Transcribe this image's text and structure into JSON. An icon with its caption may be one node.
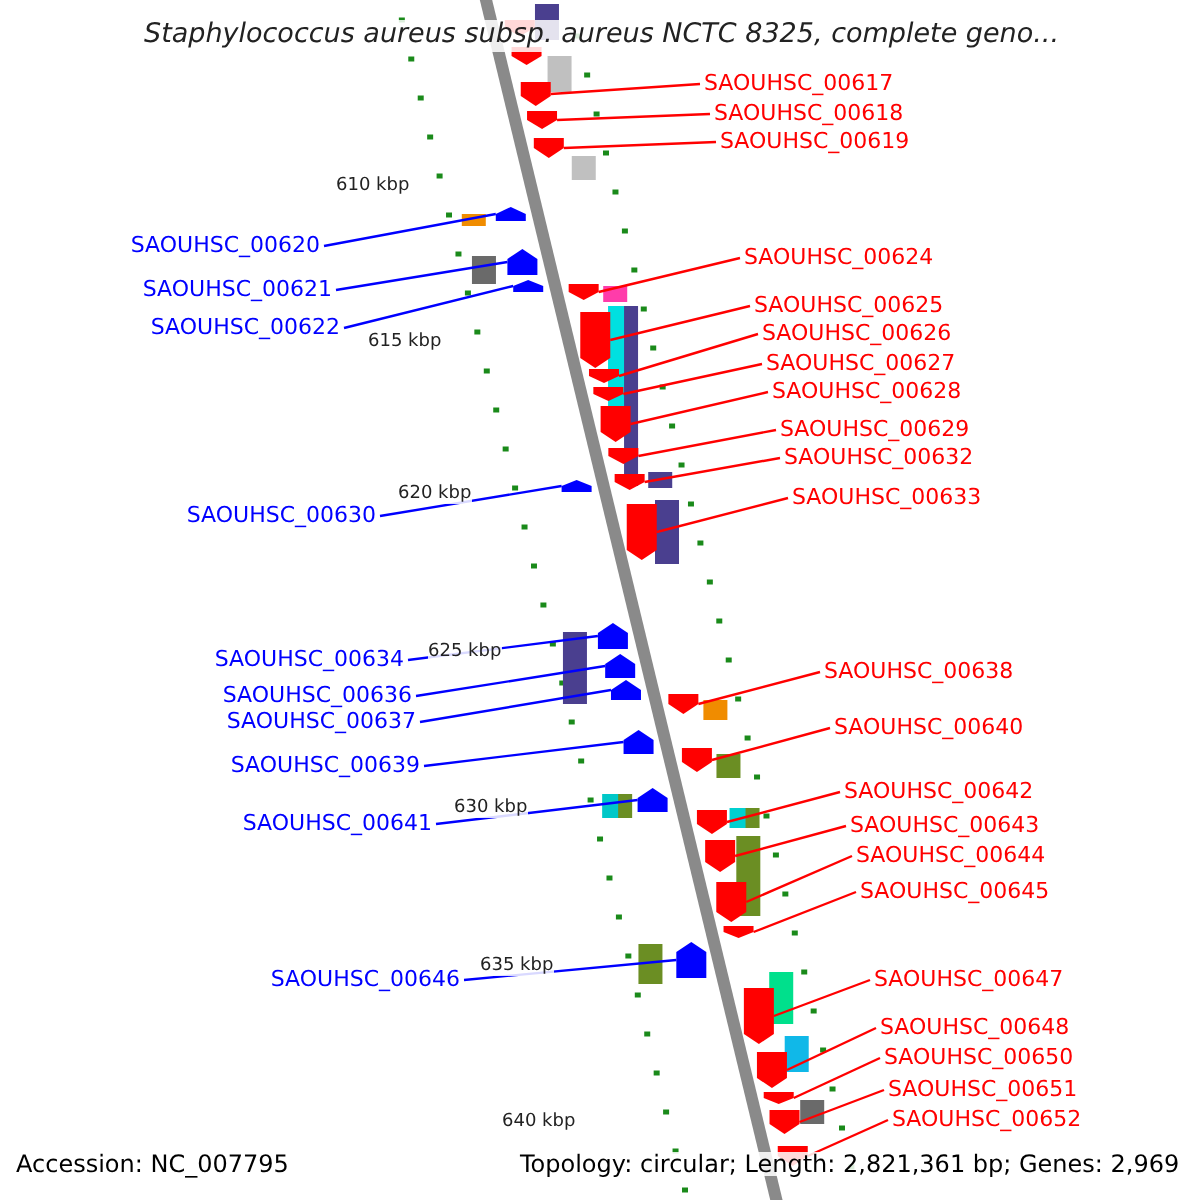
{
  "diagram": {
    "title": "Staphylococcus aureus subsp. aureus NCTC 8325, complete geno...",
    "nodes": [
      {
        "text": [
          "SAOUHSC_00617"
        ]
      },
      {
        "text": [],
        "shape": "arrow"
      },
      {
        "text": [
          "SAOUHSC_00618"
        ]
      },
      {
        "text": [],
        "shape": "arrow"
      },
      {
        "text": [
          "SAOUHSC_00619"
        ]
      },
      {
        "text": [],
        "shape": "arrow"
      },
      {
        "text": [
          "SAOUHSC_00620"
        ]
      },
      {
        "text": [],
        "shape": "arrow"
      },
      {
        "text": [
          "SAOUHSC_00624"
        ]
      },
      {
        "text": [],
        "shape": "arrow"
      },
      {
        "text": [
          "SAOUHSC_00621"
        ]
      },
      {
        "text": [],
        "shape": "arrow"
      },
      {
        "text": [
          "SAOUHSC_00625"
        ]
      },
      {
        "text": [],
        "shape": "arrow"
      },
      {
        "text": [
          "SAOUHSC_00622"
        ]
      },
      {
        "text": [],
        "shape": "arrow"
      },
      {
        "text": [
          "SAOUHSC_00626"
        ]
      },
      {
        "text": [],
        "shape": "arrow"
      },
      {
        "text": [
          "SAOUHSC_00627"
        ]
      },
      {
        "text": [],
        "shape": "arrow"
      },
      {
        "text": [
          "SAOUHSC_00628"
        ]
      },
      {
        "text": [],
        "shape": "arrow"
      },
      {
        "text": [
          "SAOUHSC_00629"
        ]
      },
      {
        "text": [],
        "shape": "arrow"
      },
      {
        "text": [
          "SAOUHSC_00632"
        ]
      },
      {
        "text": [],
        "shape": "arrow"
      },
      {
        "text": [
          "SAOUHSC_00633"
        ]
      },
      {
        "text": [],
        "shape": "arrow"
      },
      {
        "text": [
          "SAOUHSC_00630"
        ]
      },
      {
        "text": [],
        "shape": "arrow"
      },
      {
        "text": [
          "SAOUHSC_00634"
        ]
      },
      {
        "text": [],
        "shape": "arrow"
      },
      {
        "text": [
          "SAOUHSC_00638"
        ]
      },
      {
        "text": [],
        "shape": "arrow"
      },
      {
        "text": [
          "SAOUHSC_00636"
        ]
      },
      {
        "text": [],
        "shape": "arrow"
      },
      {
        "text": [
          "SAOUHSC_00637"
        ]
      },
      {
        "text": [],
        "shape": "arrow"
      },
      {
        "text": [
          "SAOUHSC_00640"
        ]
      },
      {
        "text": [],
        "shape": "arrow"
      },
      {
        "text": [
          "SAOUHSC_00639"
        ]
      },
      {
        "text": [],
        "shape": "arrow"
      },
      {
        "text": [
          "SAOUHSC_00642"
        ]
      },
      {
        "text": [],
        "shape": "arrow"
      },
      {
        "text": [
          "SAOUHSC_00641"
        ]
      },
      {
        "text": [],
        "shape": "arrow"
      },
      {
        "text": [
          "SAOUHSC_00643"
        ]
      },
      {
        "text": [],
        "shape": "arrow"
      },
      {
        "text": [
          "SAOUHSC_00644"
        ]
      },
      {
        "text": [],
        "shape": "arrow"
      },
      {
        "text": [
          "SAOUHSC_00645"
        ]
      },
      {
        "text": [],
        "shape": "arrow"
      },
      {
        "text": [
          "SAOUHSC_00646"
        ]
      },
      {
        "text": [],
        "shape": "arrow"
      },
      {
        "text": [
          "SAOUHSC_00647"
        ]
      },
      {
        "text": [],
        "shape": "arrow"
      },
      {
        "text": [
          "SAOUHSC_00648"
        ]
      },
      {
        "text": [],
        "shape": "arrow"
      },
      {
        "text": [
          "SAOUHSC_00650"
        ]
      },
      {
        "text": [],
        "shape": "arrow"
      },
      {
        "text": [
          "SAOUHSC_00651"
        ]
      },
      {
        "text": [],
        "shape": "arrow"
      },
      {
        "text": [
          "SAOUHSC_00652"
        ]
      },
      {
        "text": [],
        "shape": "arrow"
      },
      {
        "text": [],
        "shape": "arrow"
      },
      {
        "text": [],
        "shape": "arrow"
      }
    ],
    "edges": [
      {
        "from": 0,
        "to": 1,
        "arrow": "none"
      },
      {
        "from": 2,
        "to": 3,
        "arrow": "none"
      },
      {
        "from": 4,
        "to": 5,
        "arrow": "none"
      },
      {
        "from": 6,
        "to": 7,
        "arrow": "none",
        "color": "#0000ff"
      },
      {
        "from": 8,
        "to": 9,
        "arrow": "none"
      },
      {
        "from": 10,
        "to": 11,
        "arrow": "none",
        "color": "#0000ff"
      },
      {
        "from": 12,
        "to": 13,
        "arrow": "none"
      },
      {
        "from": 14,
        "to": 15,
        "arrow": "none",
        "color": "#0000ff"
      },
      {
        "from": 16,
        "to": 17,
        "arrow": "none"
      },
      {
        "from": 18,
        "to": 19,
        "arrow": "none"
      },
      {
        "from": 20,
        "to": 21,
        "arrow": "none"
      },
      {
        "from": 22,
        "to": 23,
        "arrow": "none"
      },
      {
        "from": 24,
        "to": 25,
        "arrow": "none"
      },
      {
        "from": 26,
        "to": 27,
        "arrow": "none"
      },
      {
        "from": 28,
        "to": 29,
        "arrow": "none",
        "color": "#0000ff"
      },
      {
        "from": 30,
        "to": 31,
        "arrow": "none",
        "color": "#0000ff"
      },
      {
        "from": 32,
        "to": 33,
        "arrow": "none"
      },
      {
        "from": 34,
        "to": 35,
        "arrow": "none",
        "color": "#0000ff"
      },
      {
        "from": 36,
        "to": 37,
        "arrow": "none",
        "color": "#0000ff"
      },
      {
        "from": 38,
        "to": 39,
        "arrow": "none"
      },
      {
        "from": 40,
        "to": 41,
        "arrow": "none",
        "color": "#0000ff"
      },
      {
        "from": 42,
        "to": 43,
        "arrow": "none"
      },
      {
        "from": 44,
        "to": 45,
        "arrow": "none",
        "color": "#0000ff"
      },
      {
        "from": 46,
        "to": 47,
        "arrow": "none"
      },
      {
        "from": 48,
        "to": 49,
        "arrow": "none"
      },
      {
        "from": 50,
        "to": 51,
        "arrow": "none"
      },
      {
        "from": 52,
        "to": 53,
        "arrow": "none",
        "color": "#0000ff"
      },
      {
        "from": 54,
        "to": 55,
        "arrow": "none"
      },
      {
        "from": 56,
        "to": 57,
        "arrow": "none"
      },
      {
        "from": 58,
        "to": 59,
        "arrow": "none"
      },
      {
        "from": 60,
        "to": 61,
        "arrow": "none"
      },
      {
        "from": 62,
        "to": 63,
        "arrow": "none"
      }
    ],
    "labels": [
      "610 kbp",
      "615 kbp",
      "620 kbp",
      "625 kbp",
      "630 kbp",
      "635 kbp",
      "640 kbp",
      "Accession: NC_007795",
      "Topology: circular; Length: 2,821,361 bp; Genes: 2,969"
    ]
  }
}
